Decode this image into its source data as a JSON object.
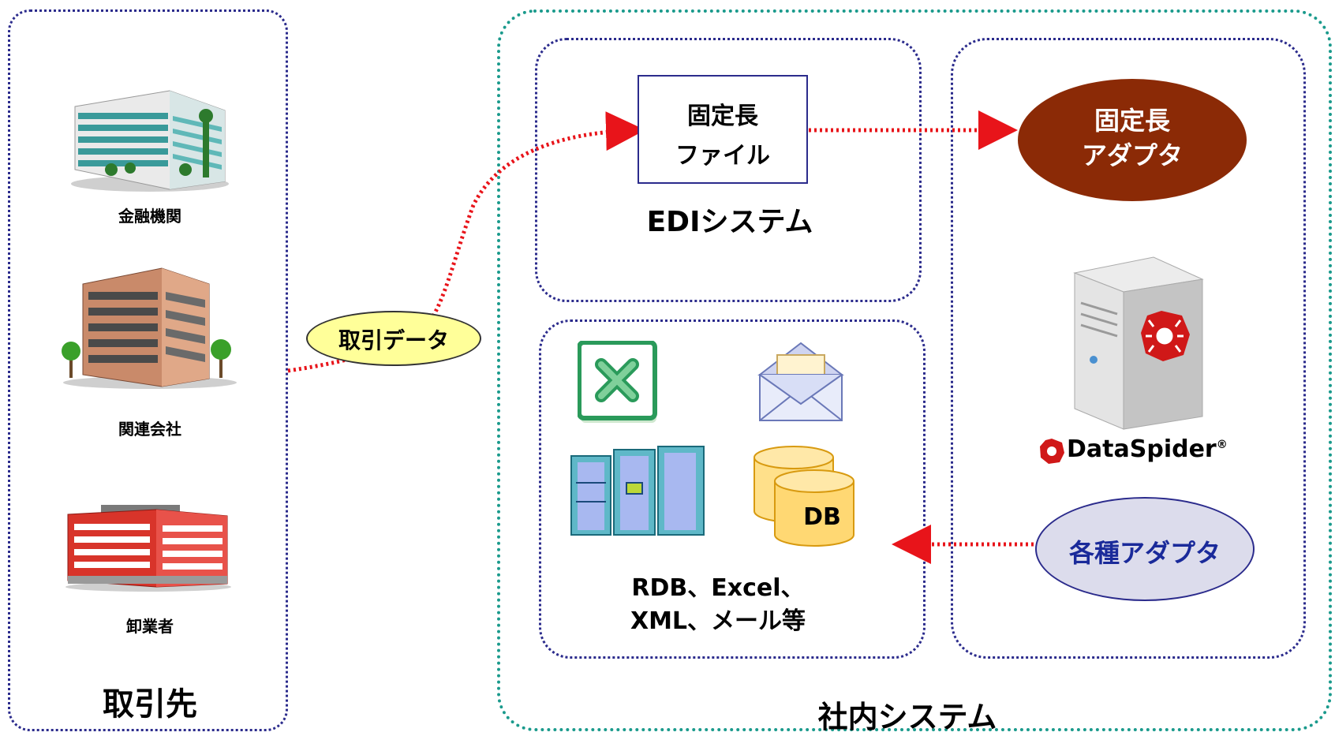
{
  "partners": {
    "title": "取引先",
    "items": [
      {
        "label": "金融機関"
      },
      {
        "label": "関連会社"
      },
      {
        "label": "卸業者"
      }
    ]
  },
  "flow": {
    "data_label": "取引データ"
  },
  "internal": {
    "title": "社内システム",
    "edi": {
      "title": "EDIシステム",
      "file_line1": "固定長",
      "file_line2": "ファイル"
    },
    "data_sources": {
      "db_label": "DB",
      "line1": "RDB、Excel、",
      "line2": "XML、メール等"
    },
    "dataspider": {
      "fixed_adapter_line1": "固定長",
      "fixed_adapter_line2": "アダプタ",
      "brand": "DataSpider",
      "brand_mark": "®",
      "various_adapters": "各種アダプタ"
    }
  },
  "colors": {
    "partner_border": "#2b2b8c",
    "internal_border": "#1a9a8c",
    "arrow": "#e8141a",
    "fixed_adapter_fill": "#8b2a06",
    "various_adapter_fill": "#dcdcec",
    "data_label_fill": "#ffff99"
  }
}
